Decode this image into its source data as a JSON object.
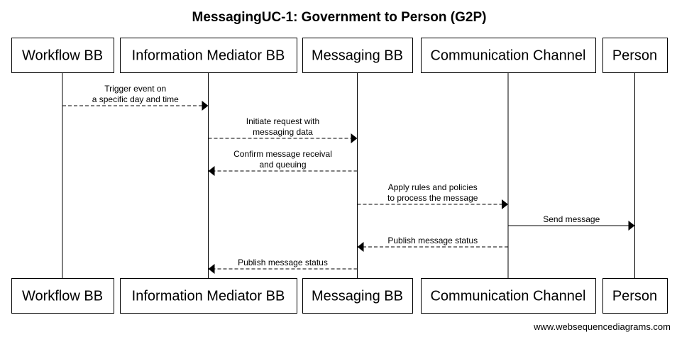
{
  "diagram": {
    "title": "MessagingUC-1: Government to Person (G2P)",
    "footer": "www.websequencediagrams.com",
    "participants": [
      {
        "id": "workflow",
        "label": "Workflow BB"
      },
      {
        "id": "im",
        "label": "Information Mediator BB"
      },
      {
        "id": "messaging",
        "label": "Messaging BB"
      },
      {
        "id": "channel",
        "label": "Communication Channel"
      },
      {
        "id": "person",
        "label": "Person"
      }
    ],
    "messages": [
      {
        "from": "workflow",
        "to": "im",
        "style": "dashed",
        "lines": [
          "Trigger event on",
          "a specific day and time"
        ]
      },
      {
        "from": "im",
        "to": "messaging",
        "style": "dashed",
        "lines": [
          "Initiate request with",
          "messaging data"
        ]
      },
      {
        "from": "messaging",
        "to": "im",
        "style": "dashed",
        "lines": [
          "Confirm message receival",
          "and queuing"
        ]
      },
      {
        "from": "messaging",
        "to": "channel",
        "style": "dashed",
        "lines": [
          "Apply rules and policies",
          "to process the message"
        ]
      },
      {
        "from": "channel",
        "to": "person",
        "style": "solid",
        "lines": [
          "Send message"
        ]
      },
      {
        "from": "channel",
        "to": "messaging",
        "style": "dashed",
        "lines": [
          "Publish message status"
        ]
      },
      {
        "from": "messaging",
        "to": "im",
        "style": "dashed",
        "lines": [
          "Publish message status"
        ]
      }
    ]
  }
}
